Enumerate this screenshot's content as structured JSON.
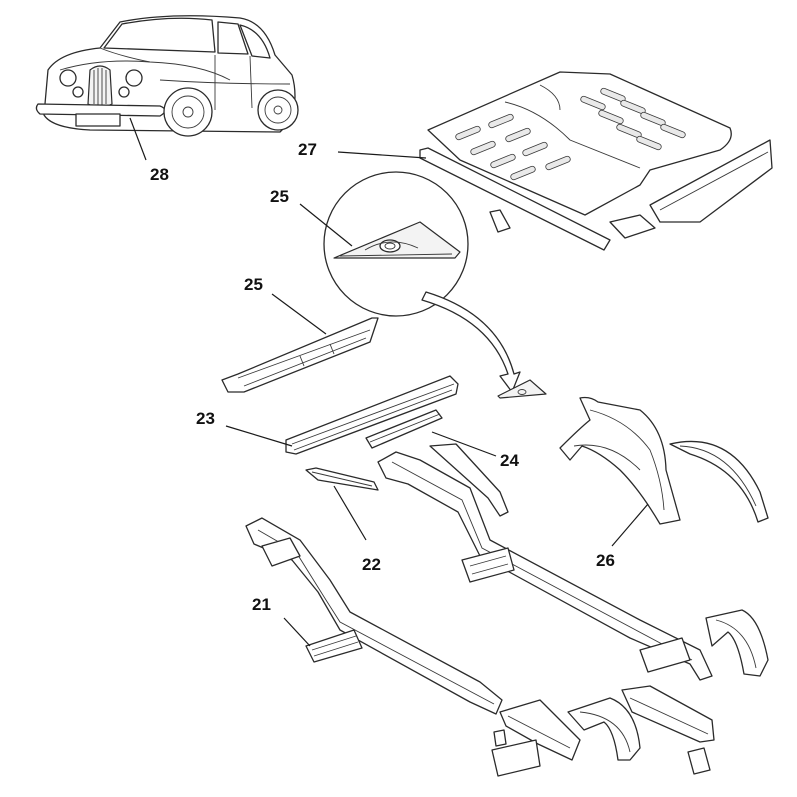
{
  "callouts": {
    "c21": "21",
    "c22": "22",
    "c23": "23",
    "c24": "24",
    "c25a": "25",
    "c25b": "25",
    "c26": "26",
    "c27": "27",
    "c28": "28"
  }
}
